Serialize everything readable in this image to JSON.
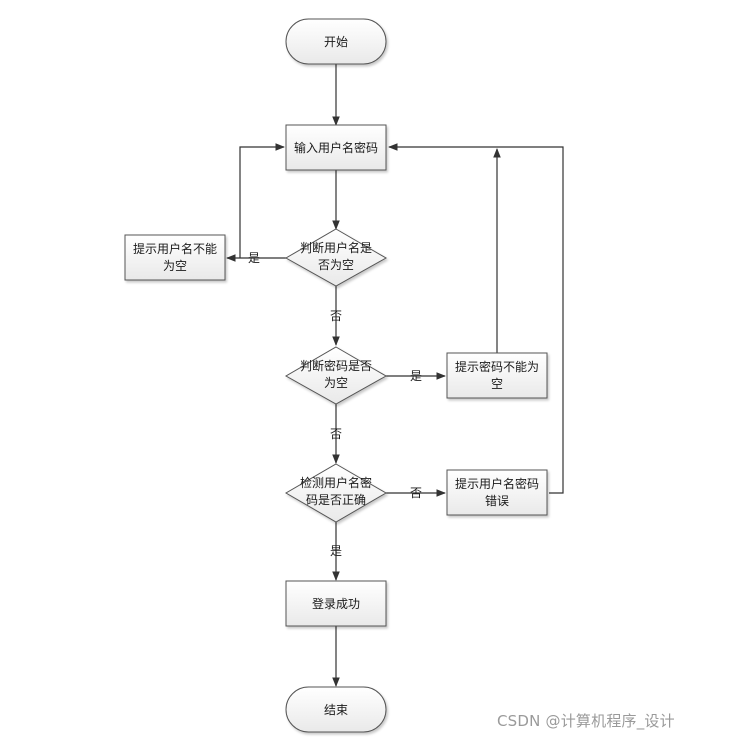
{
  "nodes": {
    "start": "开始",
    "input": "输入用户名密码",
    "check_user_1": "判断用户名是",
    "check_user_2": "否为空",
    "prompt_user_1": "提示用户名不能",
    "prompt_user_2": "为空",
    "check_pwd_1": "判断密码是否",
    "check_pwd_2": "为空",
    "prompt_pwd_1": "提示密码不能为",
    "prompt_pwd_2": "空",
    "verify_1": "检测用户名密",
    "verify_2": "码是否正确",
    "prompt_err_1": "提示用户名密码",
    "prompt_err_2": "错误",
    "success": "登录成功",
    "end": "结束"
  },
  "edges": {
    "yes": "是",
    "no": "否"
  },
  "watermark": "CSDN @计算机程序_设计"
}
